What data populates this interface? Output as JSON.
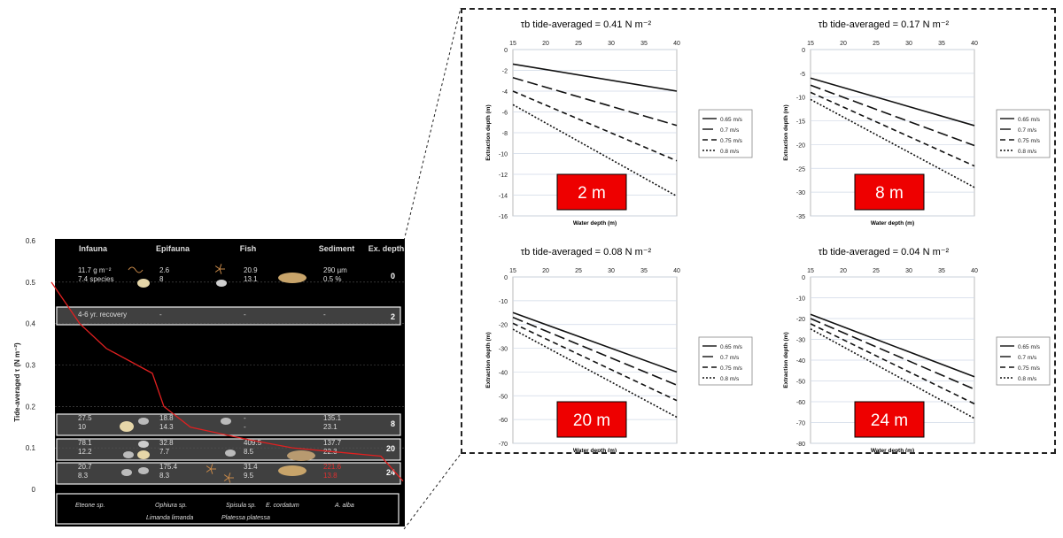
{
  "left_chart": {
    "ylabel": "Tide-averaged τ (N m⁻²)",
    "yticks": [
      "0",
      "0.1",
      "0.2",
      "0.3",
      "0.4",
      "0.5",
      "0.6"
    ],
    "ylim": [
      0,
      0.6
    ],
    "headers": [
      "Infauna",
      "Epifauna",
      "Fish",
      "Sediment",
      "Ex. depth"
    ],
    "curve_color": "#e02020",
    "bg_color": "#000000",
    "rows": [
      {
        "infauna": [
          "11.7 g m⁻²",
          "7.4 species"
        ],
        "epifauna": [
          "2.6",
          "8"
        ],
        "fish": [
          "20.9",
          "13.1"
        ],
        "sediment": [
          "290 µm",
          "0.5 %"
        ],
        "depth": "0",
        "boxed": false
      },
      {
        "infauna": [
          "4-6 yr. recovery"
        ],
        "epifauna": [
          "-"
        ],
        "fish": [
          "-"
        ],
        "sediment": [
          "-"
        ],
        "depth": "2",
        "boxed": true
      },
      {
        "infauna": [
          "27.5",
          "10"
        ],
        "epifauna": [
          "18.8",
          "14.3"
        ],
        "fish": [
          "-",
          "-"
        ],
        "sediment": [
          "135.1",
          "23.1"
        ],
        "depth": "8",
        "boxed": true
      },
      {
        "infauna": [
          "78.1",
          "12.2"
        ],
        "epifauna": [
          "32.8",
          "7.7"
        ],
        "fish": [
          "409.5",
          "8.5"
        ],
        "sediment": [
          "137.7",
          "22.3"
        ],
        "depth": "20",
        "boxed": true
      },
      {
        "infauna": [
          "20.7",
          "8.3"
        ],
        "epifauna": [
          "175.4",
          "8.3"
        ],
        "fish": [
          "31.4",
          "9.5"
        ],
        "sediment": [
          "221.6",
          "13.8"
        ],
        "depth": "24",
        "boxed": true
      }
    ],
    "legend": [
      "Eteone sp.",
      "Ophiura sp.",
      "Spisula sp.",
      "E. cordatum",
      "A. alba",
      "Limanda limanda",
      "Platessa platessa"
    ],
    "curve": [
      [
        0,
        0.5
      ],
      [
        1,
        0.4
      ],
      [
        2,
        0.34
      ],
      [
        3,
        0.28
      ],
      [
        4,
        0.2
      ],
      [
        5,
        0.15
      ],
      [
        6,
        0.12
      ],
      [
        7,
        0.1
      ],
      [
        8,
        0.08
      ],
      [
        9,
        0.02
      ]
    ]
  },
  "chart_data": [
    {
      "type": "line",
      "title": "τb tide-averaged = 0.41 N m⁻²",
      "xlabel": "Water depth (m)",
      "ylabel": "Extraction depth (m)",
      "x": [
        15,
        40
      ],
      "xticks": [
        15,
        20,
        25,
        30,
        35,
        40
      ],
      "ylim": [
        -16,
        0
      ],
      "yticks": [
        0,
        -2,
        -4,
        -6,
        -8,
        -10,
        -12,
        -14,
        -16
      ],
      "badge": "2 m",
      "series": [
        {
          "name": "0.65 m/s",
          "values": [
            -1.4,
            -4.0
          ]
        },
        {
          "name": "0.7 m/s",
          "values": [
            -2.7,
            -7.3
          ]
        },
        {
          "name": "0.75 m/s",
          "values": [
            -4.0,
            -10.7
          ]
        },
        {
          "name": "0.8 m/s",
          "values": [
            -5.3,
            -14.1
          ]
        }
      ]
    },
    {
      "type": "line",
      "title": "τb tide-averaged = 0.17 N m⁻²",
      "xlabel": "Water depth (m)",
      "ylabel": "Extraction depth (m)",
      "x": [
        15,
        40
      ],
      "xticks": [
        15,
        20,
        25,
        30,
        35,
        40
      ],
      "ylim": [
        -35,
        0
      ],
      "yticks": [
        0,
        -5,
        -10,
        -15,
        -20,
        -25,
        -30,
        -35
      ],
      "badge": "8 m",
      "series": [
        {
          "name": "0.65 m/s",
          "values": [
            -6.0,
            -16.0
          ]
        },
        {
          "name": "0.7 m/s",
          "values": [
            -7.5,
            -20.2
          ]
        },
        {
          "name": "0.75 m/s",
          "values": [
            -9.0,
            -24.5
          ]
        },
        {
          "name": "0.8 m/s",
          "values": [
            -10.5,
            -29.0
          ]
        }
      ]
    },
    {
      "type": "line",
      "title": "τb tide-averaged = 0.08 N m⁻²",
      "xlabel": "Water depth (m)",
      "ylabel": "Extraction depth (m)",
      "x": [
        15,
        40
      ],
      "xticks": [
        15,
        20,
        25,
        30,
        35,
        40
      ],
      "ylim": [
        -70,
        0
      ],
      "yticks": [
        0,
        -10,
        -20,
        -30,
        -40,
        -50,
        -60,
        -70
      ],
      "badge": "20 m",
      "series": [
        {
          "name": "0.65 m/s",
          "values": [
            -15.0,
            -40.0
          ]
        },
        {
          "name": "0.7 m/s",
          "values": [
            -17.0,
            -45.5
          ]
        },
        {
          "name": "0.75 m/s",
          "values": [
            -19.5,
            -52.0
          ]
        },
        {
          "name": "0.8 m/s",
          "values": [
            -22.0,
            -59.0
          ]
        }
      ]
    },
    {
      "type": "line",
      "title": "τb tide-averaged = 0.04 N m⁻²",
      "xlabel": "Water depth (m)",
      "ylabel": "Extraction depth (m)",
      "x": [
        15,
        40
      ],
      "xticks": [
        15,
        20,
        25,
        30,
        35,
        40
      ],
      "ylim": [
        -80,
        0
      ],
      "yticks": [
        0,
        -10,
        -20,
        -30,
        -40,
        -50,
        -60,
        -70,
        -80
      ],
      "badge": "24 m",
      "series": [
        {
          "name": "0.65 m/s",
          "values": [
            -18.0,
            -48.0
          ]
        },
        {
          "name": "0.7 m/s",
          "values": [
            -20.0,
            -54.0
          ]
        },
        {
          "name": "0.75 m/s",
          "values": [
            -22.5,
            -61.0
          ]
        },
        {
          "name": "0.8 m/s",
          "values": [
            -25.0,
            -68.0
          ]
        }
      ]
    }
  ]
}
